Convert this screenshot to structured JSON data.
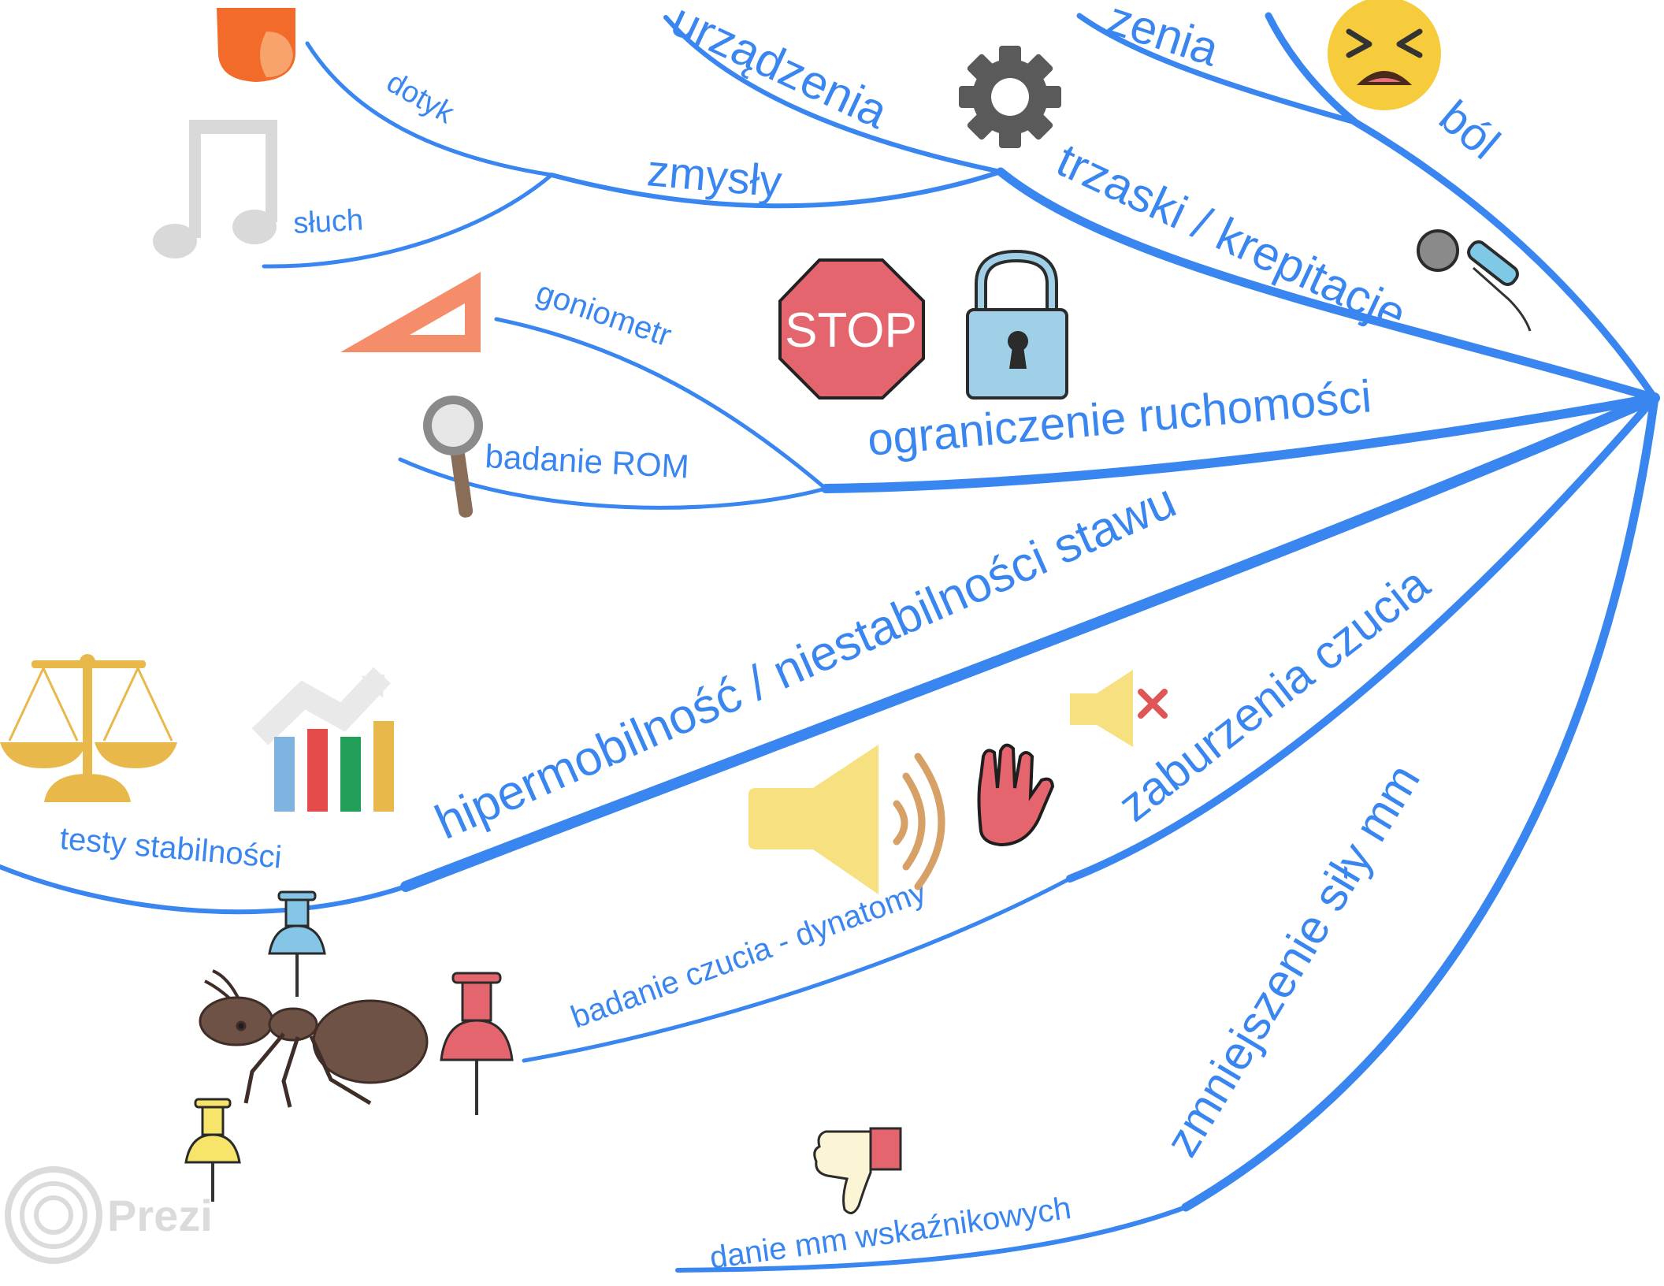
{
  "title": "",
  "labels": {
    "dotyk": "dotyk",
    "zmysly": "zmysły",
    "sluch": "słuch",
    "urzadzenia": "urządzenia",
    "uszkodzenia": "zenia",
    "bol": "ból",
    "trzaski": "trzaski / krepitacje",
    "goniometr": "goniometr",
    "rom": "badanie ROM",
    "ograniczenie": "ograniczenie ruchomości",
    "hipermobilnosc": "hipermobilność / niestabilności stawu",
    "testy": "testy stabilności",
    "zaburzenia": "zaburzenia czucia",
    "badanie_czucia": "badanie czucia - dynatomy",
    "zmniejszenie": "zmniejszenie siły mm",
    "badanie_mm": "danie mm wskaźnikowych"
  },
  "watermark": {
    "text": "Prezi"
  },
  "icons": [
    "finger-icon",
    "music-note-icon",
    "set-square-icon",
    "magnifier-icon",
    "stop-sign-icon",
    "padlock-icon",
    "gear-icon",
    "pain-face-icon",
    "microphone-icon",
    "balance-scale-icon",
    "bar-chart-icon",
    "speaker-icon",
    "hand-icon",
    "mute-speaker-icon",
    "ant-icon",
    "pushpin-blue-icon",
    "pushpin-red-icon",
    "pushpin-yellow-icon",
    "thumbs-down-icon",
    "prezi-logo-icon"
  ],
  "colors": {
    "line": "#3a86f0",
    "text": "#3a86f0",
    "background": "#ffffff"
  }
}
